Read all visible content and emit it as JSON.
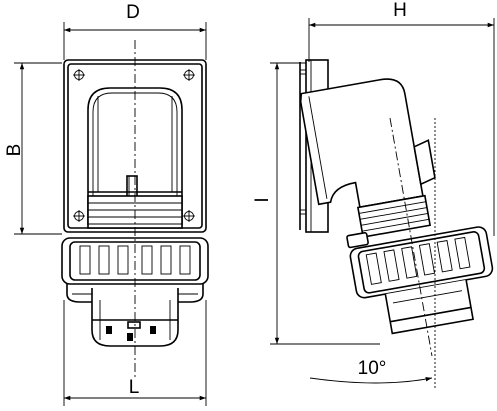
{
  "dimensions": {
    "D": "D",
    "H": "H",
    "B": "B",
    "I": "I",
    "L": "L",
    "angle": "10°"
  }
}
